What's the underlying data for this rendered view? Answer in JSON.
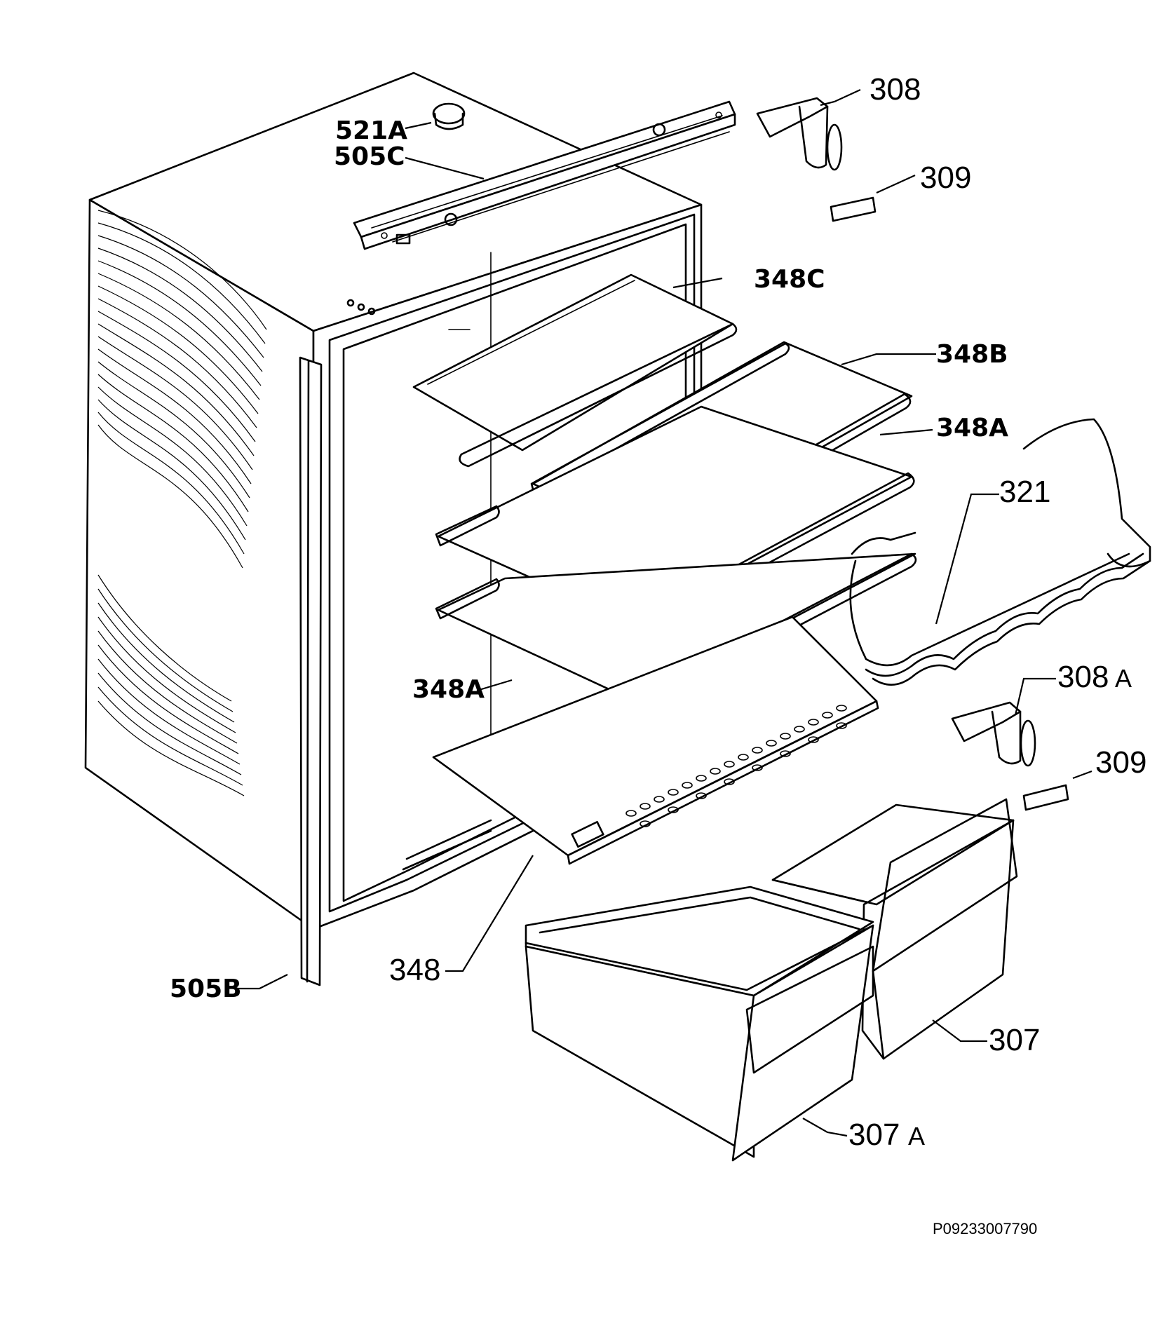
{
  "diagram": {
    "document_code": "P09233007790",
    "labels": {
      "p521A": "521A",
      "p505C": "505C",
      "p308": "308",
      "p309_top": "309",
      "p348C": "348C",
      "p348B": "348B",
      "p348A_right": "348A",
      "p321": "321",
      "p308A_num": "308",
      "p308A_suffix": "A",
      "p348A_left": "348A",
      "p309_bottom": "309",
      "p348": "348",
      "p505B": "505B",
      "p307": "307",
      "p307A_num": "307",
      "p307A_suffix": "A"
    }
  }
}
